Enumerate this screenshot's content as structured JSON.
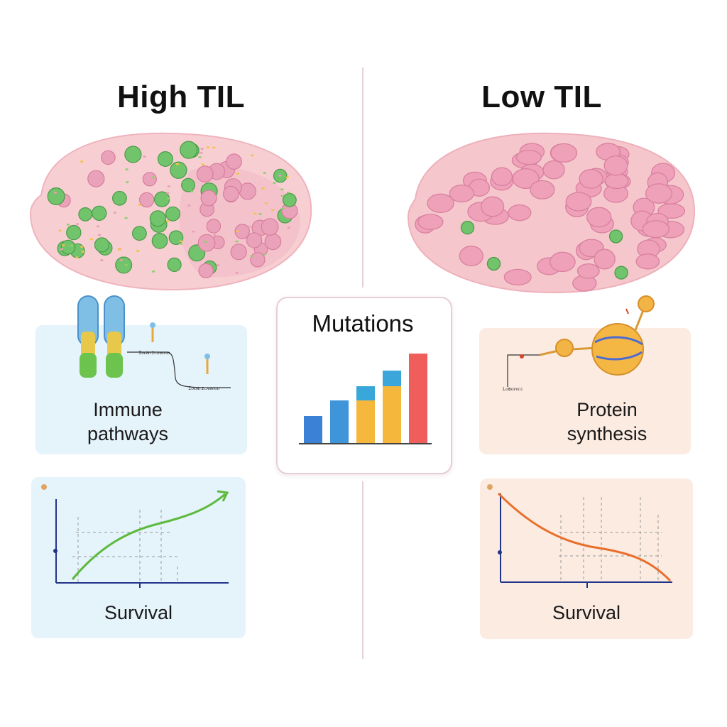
{
  "left": {
    "title": "High TIL",
    "pathway_label_line1": "Immune",
    "pathway_label_line2": "pathways",
    "survival_label": "Survival"
  },
  "right": {
    "title": "Low TIL",
    "pathway_label_line1": "Protein",
    "pathway_label_line2": "synthesis",
    "survival_label": "Survival"
  },
  "center": {
    "mutations_label": "Mutations"
  },
  "colors": {
    "immune_cell": "#6cc46a",
    "tumor_cell": "#e79ab4",
    "tissue": "#f6c9cf",
    "panel_blue": "#e5f3fb",
    "panel_peach": "#fcebe1",
    "up_curve": "#5cba3c",
    "down_curve": "#e86e2a",
    "bar_blue": "#3b82d6",
    "bar_yellow": "#f5b83d",
    "bar_red": "#ef5e5a"
  }
}
